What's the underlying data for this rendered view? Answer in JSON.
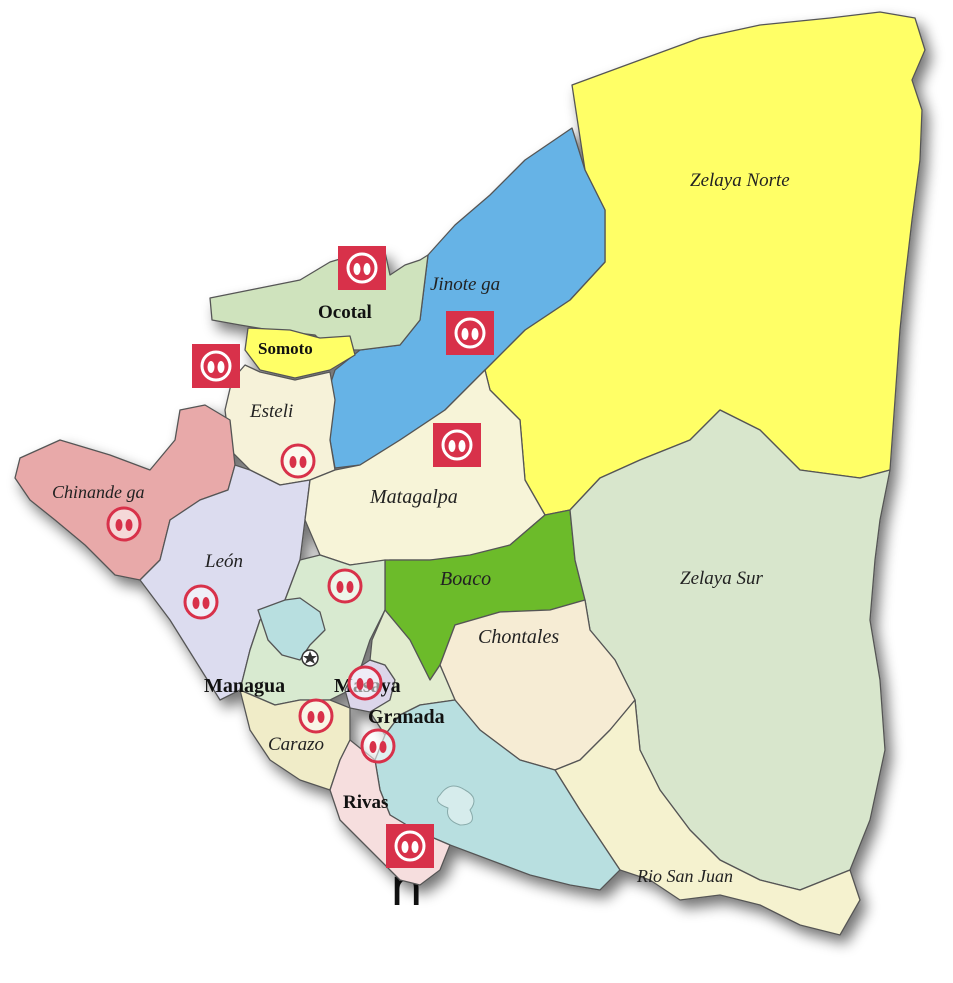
{
  "map": {
    "stray_text": "n",
    "colors": {
      "zelaya_norte": "#ffff66",
      "jinotega": "#66b3e6",
      "nueva_segovia": "#cfe3bd",
      "madriz": "#ffff66",
      "esteli": "#f6f2d9",
      "chinandega": "#e8a9a9",
      "leon": "#dcdcef",
      "matagalpa": "#f7f4d8",
      "boaco": "#6cbb2a",
      "zelaya_sur": "#d8e6cc",
      "chontales": "#f6ecd4",
      "rio_san_juan": "#f5f2cf",
      "managua": "#d8ead0",
      "lake": "#b8dfe0",
      "masaya": "#dcd6ea",
      "granada": "#e2eccf",
      "carazo": "#f0ecc8",
      "rivas": "#f6dede",
      "marker": "#d8314a"
    },
    "regions": {
      "zelaya_norte": "Zelaya Norte",
      "jinotega": "Jinote ga",
      "ocotal": "Ocotal",
      "somoto": "Somoto",
      "esteli": "Esteli",
      "chinandega": "Chinande ga",
      "leon": "León",
      "matagalpa": "Matagalpa",
      "boaco": "Boaco",
      "zelaya_sur": "Zelaya Sur",
      "chontales": "Chontales",
      "managua": "Managua",
      "masaya": "Masaya",
      "granada": "Granada",
      "carazo": "Carazo",
      "rivas": "Rivas",
      "rio_san_juan": "Rio San Juan"
    },
    "markers": [
      {
        "region": "Ocotal",
        "style": "square"
      },
      {
        "region": "Jinotega",
        "style": "square"
      },
      {
        "region": "Somoto",
        "style": "square"
      },
      {
        "region": "Matagalpa",
        "style": "square"
      },
      {
        "region": "Esteli",
        "style": "round"
      },
      {
        "region": "Chinandega",
        "style": "round"
      },
      {
        "region": "León",
        "style": "round"
      },
      {
        "region": "Managua",
        "style": "round"
      },
      {
        "region": "Masaya",
        "style": "round"
      },
      {
        "region": "Carazo",
        "style": "round"
      },
      {
        "region": "Granada",
        "style": "round"
      },
      {
        "region": "Rivas",
        "style": "square"
      }
    ]
  }
}
